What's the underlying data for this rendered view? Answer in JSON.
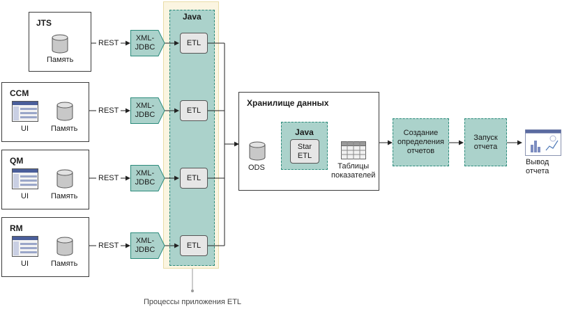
{
  "sources": [
    {
      "title": "JTS",
      "storage_label": "Память",
      "has_ui": false
    },
    {
      "title": "CCM",
      "ui_label": "UI",
      "storage_label": "Память",
      "has_ui": true
    },
    {
      "title": "QM",
      "ui_label": "UI",
      "storage_label": "Память",
      "has_ui": true
    },
    {
      "title": "RM",
      "ui_label": "UI",
      "storage_label": "Память",
      "has_ui": true
    }
  ],
  "rest_label": "REST",
  "adapter_label": "XML-\nJDBC",
  "etl_label": "ETL",
  "java_label": "Java",
  "warehouse": {
    "title": "Хранилище данных",
    "ods_label": "ODS",
    "java_label": "Java",
    "star_etl_label": "Star\nETL",
    "tables_label": "Таблицы\nпоказателей"
  },
  "report_def_label": "Создание\nопределения\nотчетов",
  "report_run_label": "Запуск\nотчета",
  "report_output_label": "Вывод\nотчета",
  "footer_label": "Процессы приложения ETL",
  "colors": {
    "teal": "#abd2cb",
    "teal_border": "#2a8a7a",
    "band": "#fbf5e1"
  }
}
